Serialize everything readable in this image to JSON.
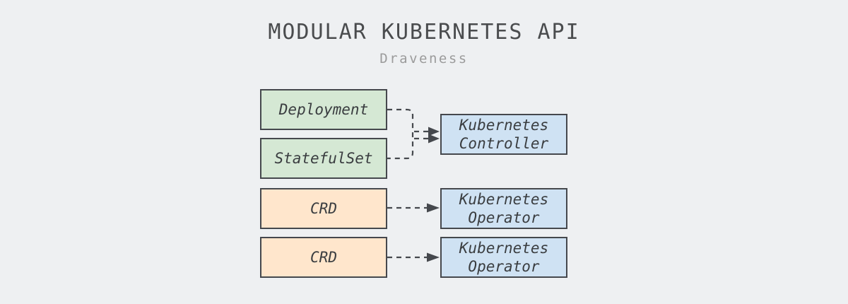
{
  "title": "MODULAR KUBERNETES API",
  "subtitle": "Draveness",
  "colors": {
    "background": "#eef0f2",
    "border": "#45484d",
    "text": "#3a3d40",
    "arrow": "#45484d",
    "title_color": "#4a4c4e",
    "subtitle_color": "#9b9b9b",
    "green_fill": "#d5e8d4",
    "orange_fill": "#ffe6cc",
    "blue_fill": "#cfe2f3"
  },
  "nodes": {
    "deployment": {
      "label": "Deployment",
      "fill": "#d5e8d4"
    },
    "statefulset": {
      "label": "StatefulSet",
      "fill": "#d5e8d4"
    },
    "crd1": {
      "label": "CRD",
      "fill": "#ffe6cc"
    },
    "crd2": {
      "label": "CRD",
      "fill": "#ffe6cc"
    },
    "controller": {
      "label": "Kubernetes\nController",
      "fill": "#cfe2f3"
    },
    "operator1": {
      "label": "Kubernetes\nOperator",
      "fill": "#cfe2f3"
    },
    "operator2": {
      "label": "Kubernetes\nOperator",
      "fill": "#cfe2f3"
    }
  },
  "edges": [
    {
      "from": "Deployment",
      "to": "Kubernetes Controller",
      "style": "dashed-arrow"
    },
    {
      "from": "StatefulSet",
      "to": "Kubernetes Controller",
      "style": "dashed-arrow"
    },
    {
      "from": "CRD",
      "to": "Kubernetes Operator",
      "style": "dashed-arrow"
    },
    {
      "from": "CRD",
      "to": "Kubernetes Operator",
      "style": "dashed-arrow"
    }
  ]
}
